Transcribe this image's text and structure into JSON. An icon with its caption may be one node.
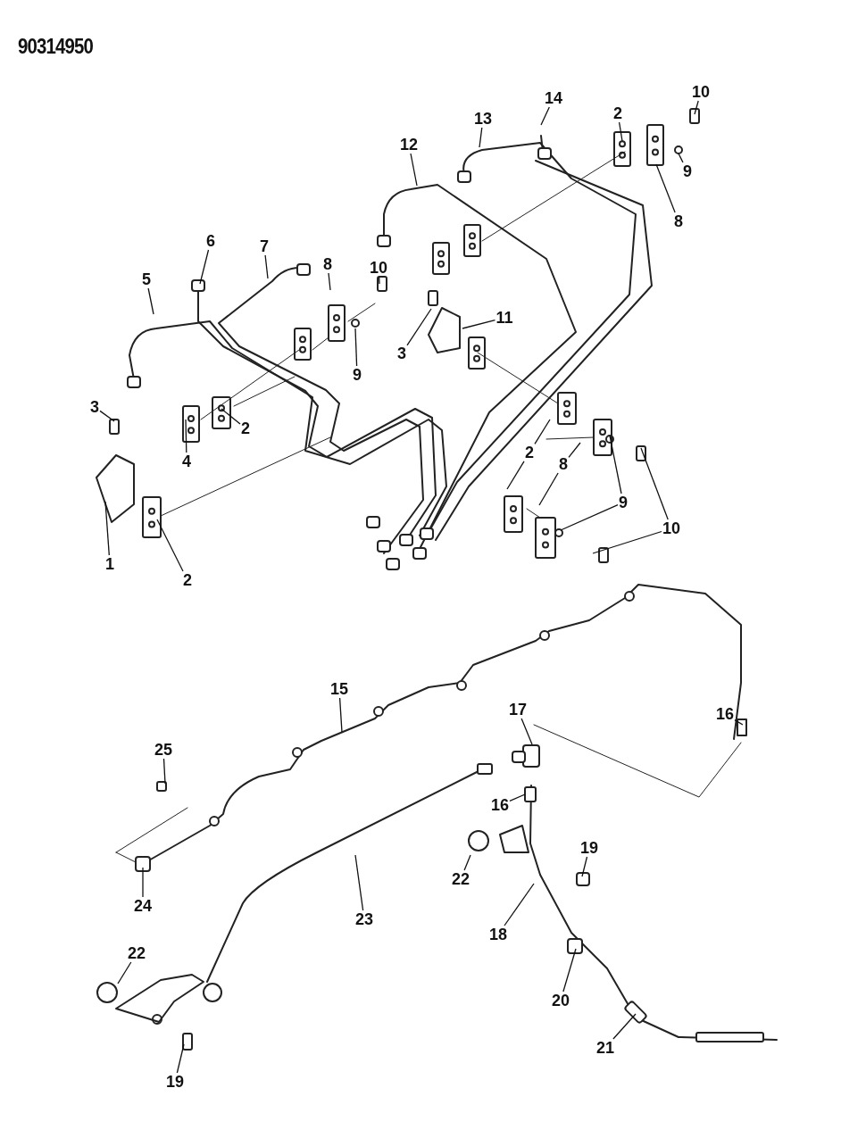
{
  "diagram": {
    "nodes": [
      {
        "text": [
          "10"
        ]
      },
      {
        "text": [
          "14"
        ]
      },
      {
        "text": [
          "2"
        ]
      },
      {
        "text": [
          "13"
        ]
      },
      {
        "text": [
          "12"
        ]
      },
      {
        "text": [
          "9"
        ]
      },
      {
        "text": [
          "8"
        ]
      },
      {
        "text": [
          "6"
        ]
      },
      {
        "text": [
          "7"
        ]
      },
      {
        "text": [
          "8"
        ]
      },
      {
        "text": [
          "10"
        ]
      },
      {
        "text": [
          "5"
        ]
      },
      {
        "text": [
          "11"
        ]
      },
      {
        "text": [
          "3"
        ]
      },
      {
        "text": [
          "9"
        ]
      },
      {
        "text": [
          "3"
        ]
      },
      {
        "text": [
          "2"
        ]
      },
      {
        "text": [
          "2"
        ]
      },
      {
        "text": [
          "4"
        ]
      },
      {
        "text": [
          "8"
        ]
      },
      {
        "text": [
          "9"
        ]
      },
      {
        "text": [
          "10"
        ]
      },
      {
        "text": [
          "1"
        ]
      },
      {
        "text": [
          "2"
        ]
      },
      {
        "text": [
          "15"
        ]
      },
      {
        "text": [
          "17"
        ]
      },
      {
        "text": [
          "16"
        ]
      },
      {
        "text": [
          "25"
        ]
      },
      {
        "text": [
          "16"
        ]
      },
      {
        "text": [
          "19"
        ]
      },
      {
        "text": [
          "22"
        ]
      },
      {
        "text": [
          "24"
        ]
      },
      {
        "text": [
          "23"
        ]
      },
      {
        "text": [
          "18"
        ]
      },
      {
        "text": [
          "22"
        ]
      },
      {
        "text": [
          "20"
        ]
      },
      {
        "text": [
          "21"
        ]
      },
      {
        "text": [
          "19"
        ]
      }
    ],
    "edges": [
      {
        "from": 0,
        "to": null,
        "arrow": "none"
      },
      {
        "from": 1,
        "to": null,
        "arrow": "none"
      },
      {
        "from": 2,
        "to": null,
        "arrow": "none"
      },
      {
        "from": 3,
        "to": null,
        "arrow": "none"
      },
      {
        "from": 4,
        "to": null,
        "arrow": "none"
      },
      {
        "from": 5,
        "to": null,
        "arrow": "none"
      },
      {
        "from": 6,
        "to": null,
        "arrow": "none"
      },
      {
        "from": 7,
        "to": null,
        "arrow": "none"
      },
      {
        "from": 8,
        "to": null,
        "arrow": "none"
      },
      {
        "from": 9,
        "to": null,
        "arrow": "none"
      },
      {
        "from": 10,
        "to": null,
        "arrow": "none"
      },
      {
        "from": 11,
        "to": null,
        "arrow": "none"
      },
      {
        "from": 12,
        "to": null,
        "arrow": "none"
      },
      {
        "from": 13,
        "to": null,
        "arrow": "none"
      },
      {
        "from": 14,
        "to": null,
        "arrow": "none"
      },
      {
        "from": 15,
        "to": null,
        "arrow": "none"
      },
      {
        "from": 16,
        "to": null,
        "arrow": "none"
      },
      {
        "from": 17,
        "to": null,
        "arrow": "none"
      },
      {
        "from": 17,
        "to": null,
        "arrow": "none"
      },
      {
        "from": 18,
        "to": null,
        "arrow": "none"
      },
      {
        "from": 19,
        "to": null,
        "arrow": "none"
      },
      {
        "from": 19,
        "to": null,
        "arrow": "none"
      },
      {
        "from": 20,
        "to": null,
        "arrow": "none"
      },
      {
        "from": 20,
        "to": null,
        "arrow": "none"
      },
      {
        "from": 21,
        "to": null,
        "arrow": "none"
      },
      {
        "from": 21,
        "to": null,
        "arrow": "none"
      },
      {
        "from": 22,
        "to": null,
        "arrow": "none"
      },
      {
        "from": 23,
        "to": null,
        "arrow": "none"
      },
      {
        "from": 24,
        "to": null,
        "arrow": "none"
      },
      {
        "from": 25,
        "to": null,
        "arrow": "none"
      },
      {
        "from": 26,
        "to": null,
        "arrow": "none"
      },
      {
        "from": 27,
        "to": null,
        "arrow": "none"
      },
      {
        "from": 28,
        "to": null,
        "arrow": "none"
      },
      {
        "from": 29,
        "to": null,
        "arrow": "none"
      },
      {
        "from": 30,
        "to": null,
        "arrow": "none"
      },
      {
        "from": 31,
        "to": null,
        "arrow": "none"
      },
      {
        "from": 32,
        "to": null,
        "arrow": "none"
      },
      {
        "from": 33,
        "to": null,
        "arrow": "none"
      },
      {
        "from": 34,
        "to": null,
        "arrow": "none"
      },
      {
        "from": 35,
        "to": null,
        "arrow": "none"
      },
      {
        "from": 36,
        "to": null,
        "arrow": "none"
      },
      {
        "from": 37,
        "to": null,
        "arrow": "none"
      }
    ],
    "labels": [
      "90314950"
    ]
  }
}
